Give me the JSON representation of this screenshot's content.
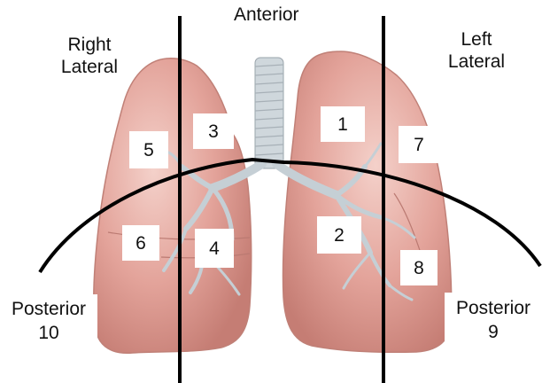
{
  "labels": {
    "anterior": "Anterior",
    "right_lateral": [
      "Right",
      "Lateral"
    ],
    "left_lateral": [
      "Left",
      "Lateral"
    ],
    "posterior_right": [
      "Posterior",
      "10"
    ],
    "posterior_left": [
      "Posterior",
      "9"
    ]
  },
  "zones": [
    "1",
    "2",
    "3",
    "4",
    "5",
    "6",
    "7",
    "8"
  ],
  "colors": {
    "lung_fill": "#e3a39a",
    "lung_highlight": "#f3cdc6",
    "lung_shadow": "#c57d74",
    "airway": "#c9d2d8",
    "line": "#000000"
  }
}
